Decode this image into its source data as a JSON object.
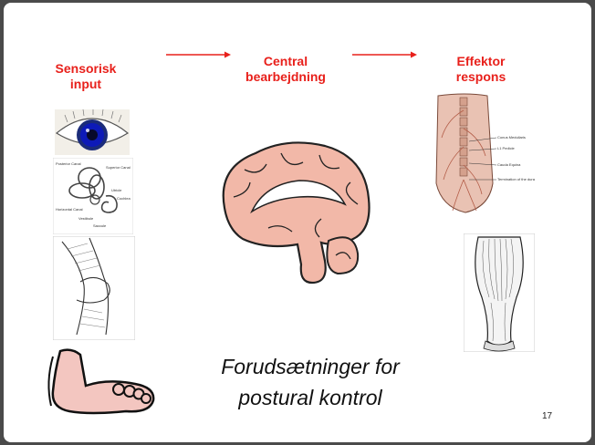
{
  "slide": {
    "heading_sensory": "Sensorisk\ninput",
    "heading_central": "Central\nbearbejdning",
    "heading_effector": "Effektor\nrespons",
    "caption": "Forudsætninger for\npostural kontrol",
    "page_number": "17",
    "inner_ear_labels": {
      "posterior": "Posterior Canal",
      "superior": "Superior Canal",
      "utricle": "Utricle",
      "cochlea": "Cochlea",
      "horizontal": "Horizontal\nCanal",
      "vestibule": "Vestibule",
      "saccule": "Saccule"
    },
    "spine_labels": {
      "conus": "Conus Medullaris",
      "pedicle": "L1 Pedicle",
      "cauda": "Cauda Equina",
      "termination": "Termination of\nthe dura"
    },
    "colors": {
      "accent": "#e8201b",
      "background": "#4a4a4a",
      "brain": "#f2b8a8"
    }
  }
}
